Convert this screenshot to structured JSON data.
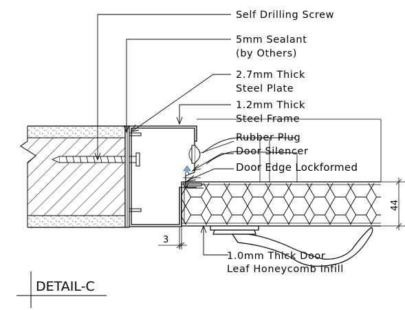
{
  "labels": {
    "self_drilling_screw": "Self Drilling Screw",
    "sealant_line1": "5mm Sealant",
    "sealant_line2": "(by Others)",
    "plate_line1": "2.7mm Thick",
    "plate_line2": "Steel Plate",
    "frame_line1": "1.2mm Thick",
    "frame_line2": "Steel Frame",
    "rubber_plug": "Rubber Plug",
    "door_silencer": "Door Silencer",
    "door_edge": "Door Edge Lockformed",
    "leaf_line1": "1.0mm Thick Door",
    "leaf_line2": "Leaf Honeycomb Infill"
  },
  "dimensions": {
    "leaf_thickness": "44",
    "gap": "3"
  },
  "title": "DETAIL-C",
  "colors": {
    "line": "#000000",
    "silencer_accent": "#7fb3d5"
  }
}
